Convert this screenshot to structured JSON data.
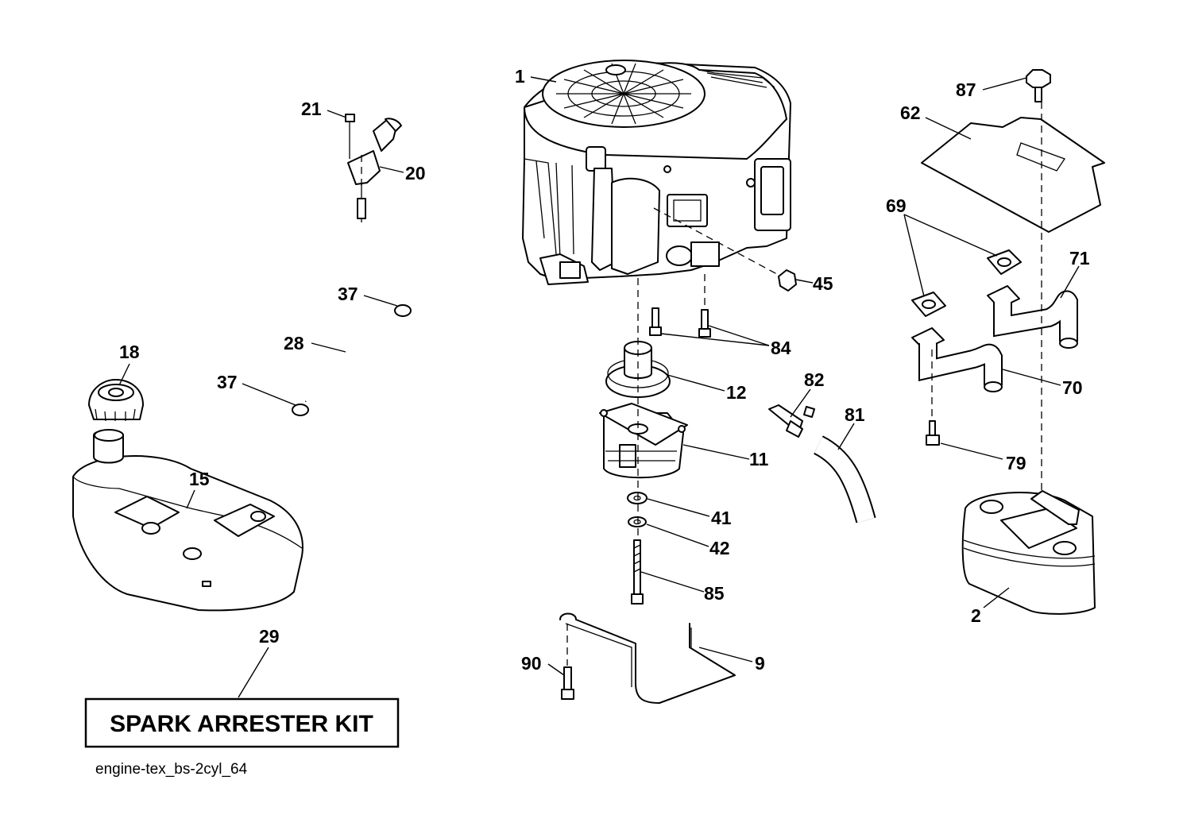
{
  "diagram": {
    "callouts": [
      "1",
      "21",
      "20",
      "37",
      "28",
      "37",
      "18",
      "15",
      "29",
      "45",
      "84",
      "12",
      "82",
      "81",
      "11",
      "41",
      "42",
      "85",
      "90",
      "9",
      "87",
      "62",
      "69",
      "71",
      "70",
      "79",
      "2"
    ],
    "kit_box_label": "SPARK ARRESTER KIT",
    "caption": "engine-tex_bs-2cyl_64"
  }
}
